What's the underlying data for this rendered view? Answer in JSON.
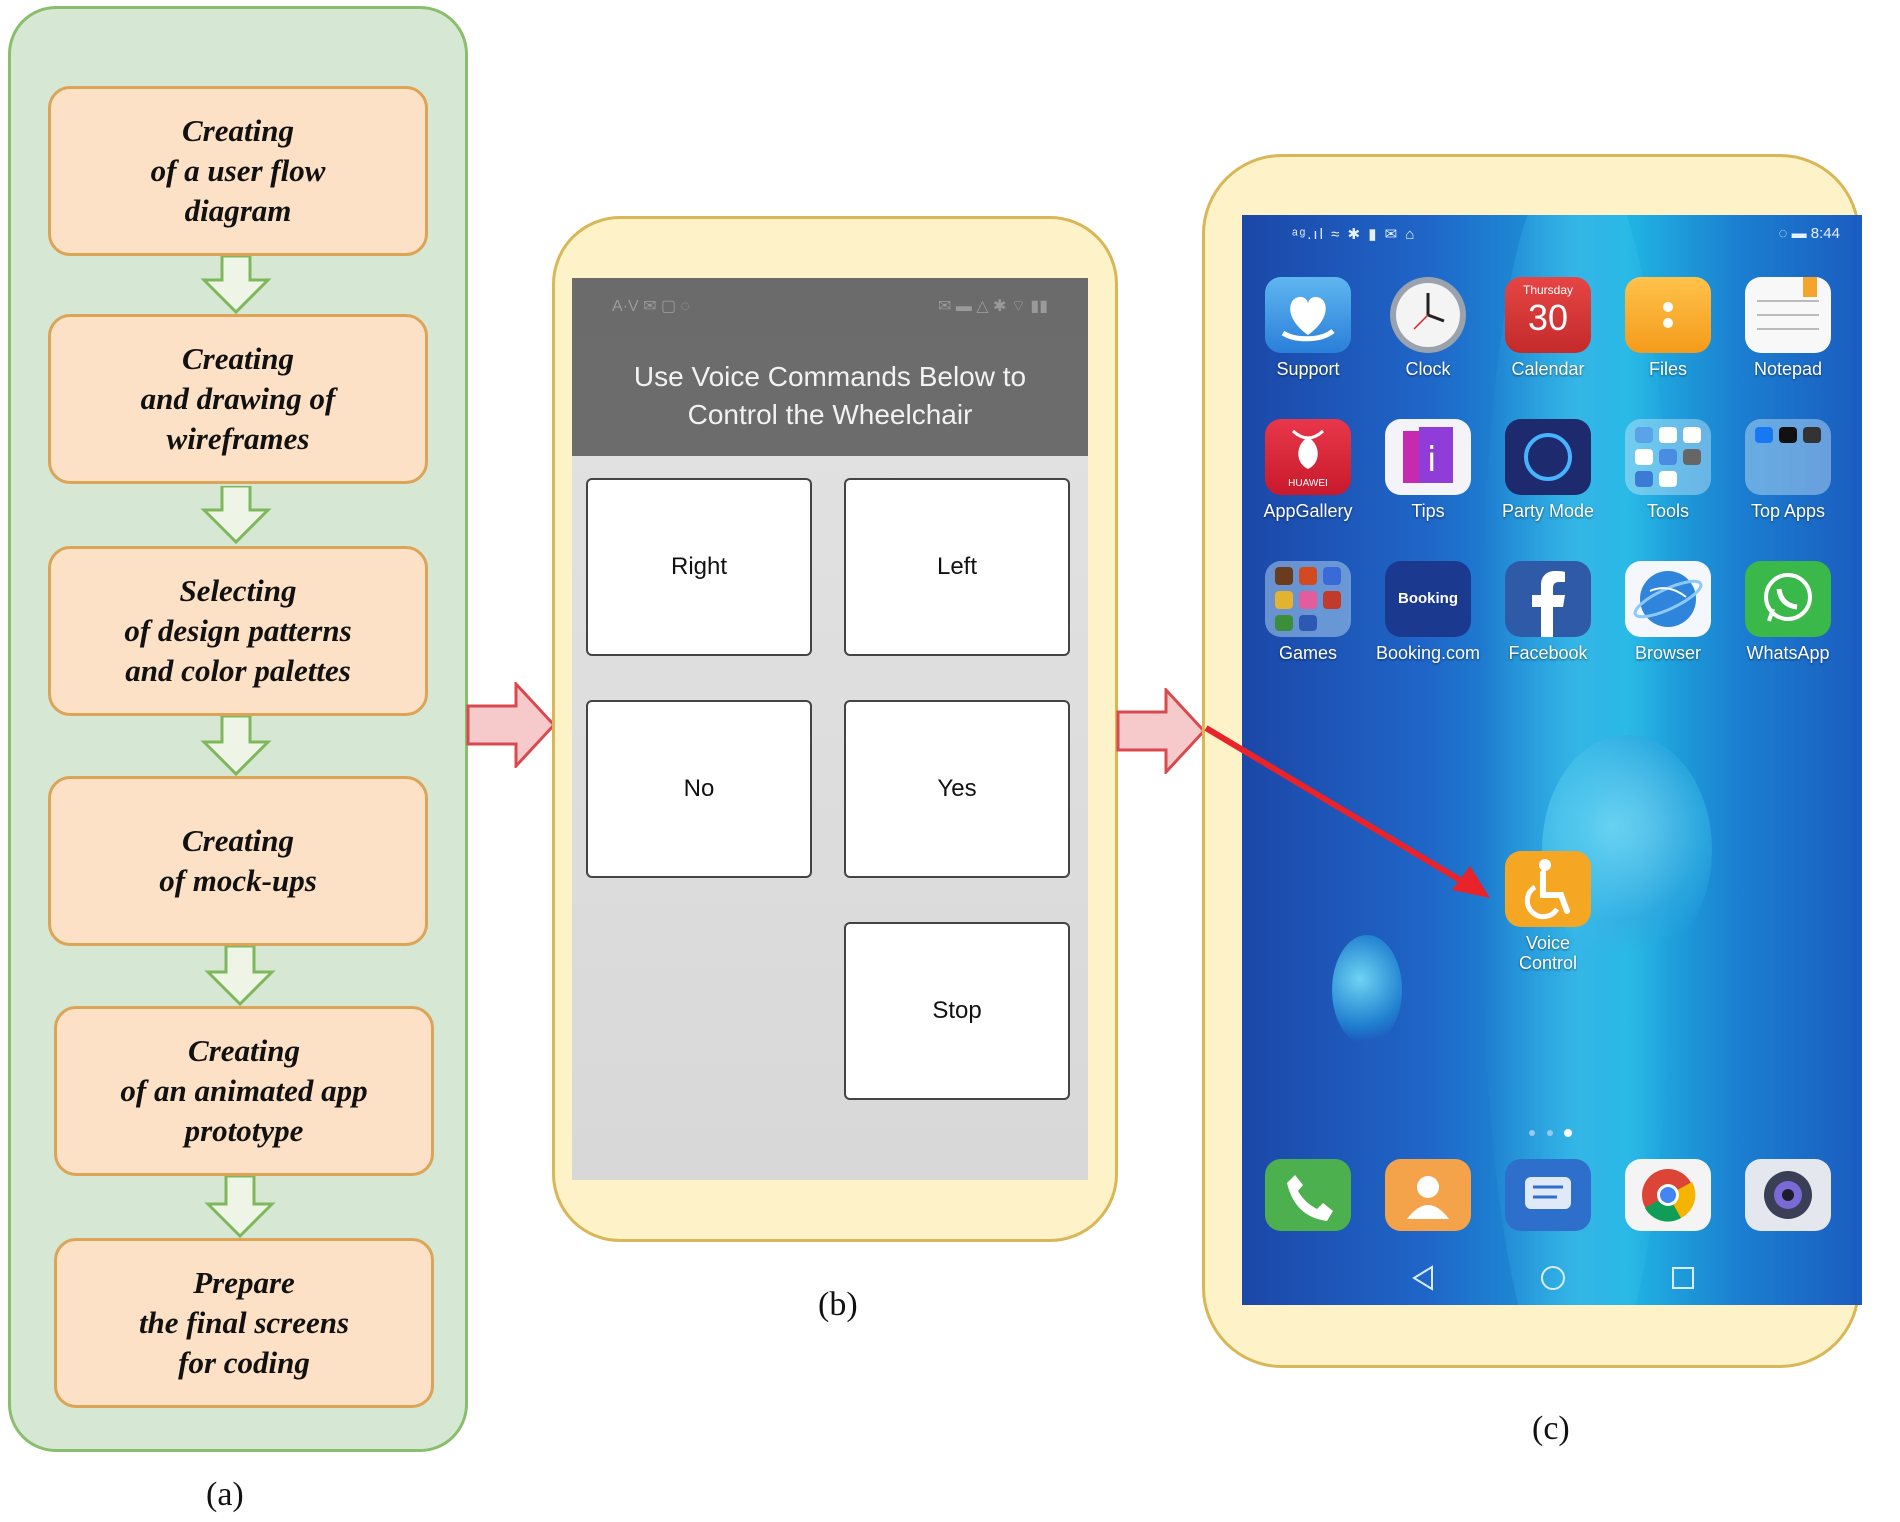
{
  "panel_a": {
    "caption": "(a)",
    "steps": [
      "Creating\nof a user flow\ndiagram",
      "Creating\nand drawing of\nwireframes",
      "Selecting\nof design patterns\nand color palettes",
      "Creating\nof mock-ups",
      "Creating\nof an animated app\nprototype",
      "Prepare\nthe final screens\nfor coding"
    ]
  },
  "panel_b": {
    "caption": "(b)",
    "status_left": "A·V ✉ ▢ ◌",
    "status_right": "✉ ▬ △ ✱ ⌔ ▮▮",
    "header": "Use Voice Commands Below to Control the Wheelchair",
    "buttons": {
      "right": "Right",
      "left": "Left",
      "no": "No",
      "yes": "Yes",
      "stop": "Stop"
    }
  },
  "panel_c": {
    "caption": "(c)",
    "status_left": "ᵃᵍ.ıl ≈ ✱ ▮ ✉ ⌂",
    "status_right": "◌ ▬ 8:44",
    "calendar_day": "Thursday",
    "calendar_date": "30",
    "apps": [
      "Support",
      "Clock",
      "Calendar",
      "Files",
      "Notepad",
      "AppGallery",
      "Tips",
      "Party Mode",
      "Tools",
      "Top Apps",
      "Games",
      "Booking.com",
      "Facebook",
      "Browser",
      "WhatsApp"
    ],
    "huawei_label": "HUAWEI",
    "booking_label": "Booking",
    "voice_control_label": "Voice\nControl",
    "dock": [
      "phone-icon",
      "contacts-icon",
      "messages-icon",
      "chrome-icon",
      "camera-icon"
    ],
    "colors": {
      "highlight_arrow": "#e8232a",
      "voice_icon": "#f5a623"
    }
  }
}
